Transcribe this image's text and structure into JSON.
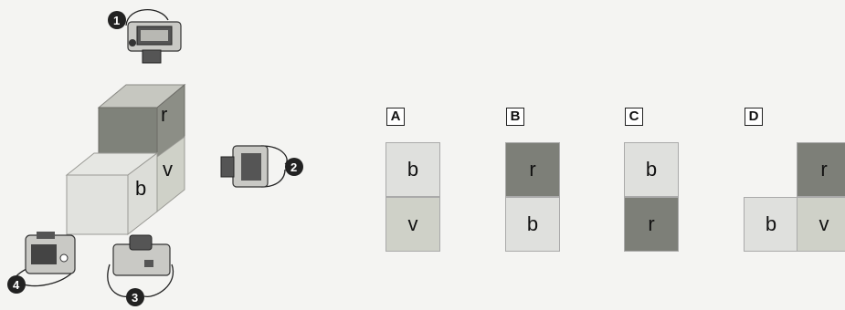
{
  "figure": {
    "cube_faces": {
      "top_front": "r",
      "bottom_front": "b",
      "bottom_side": "v"
    },
    "cameras": [
      "1",
      "2",
      "3",
      "4"
    ],
    "colors": {
      "b": "#dfe0dd",
      "v": "#cfd1c8",
      "r": "#7d7f78"
    }
  },
  "options": [
    {
      "letter": "A",
      "cells": [
        "b",
        "v"
      ]
    },
    {
      "letter": "B",
      "cells": [
        "r",
        "b"
      ]
    },
    {
      "letter": "C",
      "cells": [
        "b",
        "r"
      ]
    },
    {
      "letter": "D",
      "cells": [
        "r",
        "b",
        "v"
      ]
    }
  ]
}
